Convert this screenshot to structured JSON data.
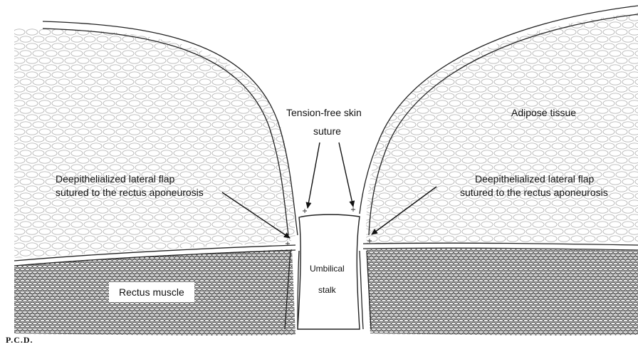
{
  "labels": {
    "tension_free_line1": "Tension-free skin",
    "tension_free_line2": "suture",
    "adipose": "Adipose tissue",
    "left_flap_line1": "Deepithelialized lateral flap",
    "left_flap_line2": "sutured to the rectus aponeurosis",
    "right_flap_line1": "Deepithelialized lateral flap",
    "right_flap_line2": "sutured to the rectus aponeurosis",
    "rectus_muscle": "Rectus muscle",
    "umbilical_line1": "Umbilical",
    "umbilical_line2": "stalk",
    "signature": "P.C.D."
  },
  "colors": {
    "line": "#222222",
    "adipose_cell": "#b8b8b8",
    "muscle_cell": "#4a4a4a",
    "muscle_bg": "#dcdcdc"
  }
}
